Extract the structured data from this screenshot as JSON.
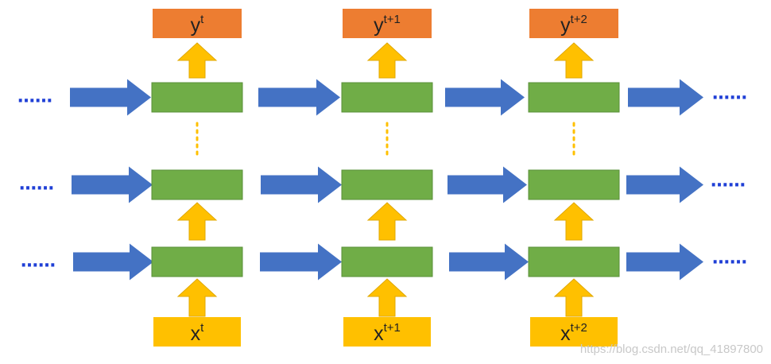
{
  "diagram": {
    "outputs": [
      {
        "base": "y",
        "sup": "t"
      },
      {
        "base": "y",
        "sup": "t+1"
      },
      {
        "base": "y",
        "sup": "t+2"
      }
    ],
    "inputs": [
      {
        "base": "x",
        "sup": "t"
      },
      {
        "base": "x",
        "sup": "t+1"
      },
      {
        "base": "x",
        "sup": "t+2"
      }
    ],
    "ellipsis_text": "……",
    "colors": {
      "output_box": "#ed7d31",
      "input_box": "#ffc000",
      "hidden_cell": "#70ad47",
      "horizontal_arrow": "#4472c4",
      "vertical_arrow": "#ffc000",
      "ellipsis": "#1f3fd6",
      "vertical_dots": "#ffc000"
    }
  },
  "watermark": "https://blog.csdn.net/qq_41897800"
}
